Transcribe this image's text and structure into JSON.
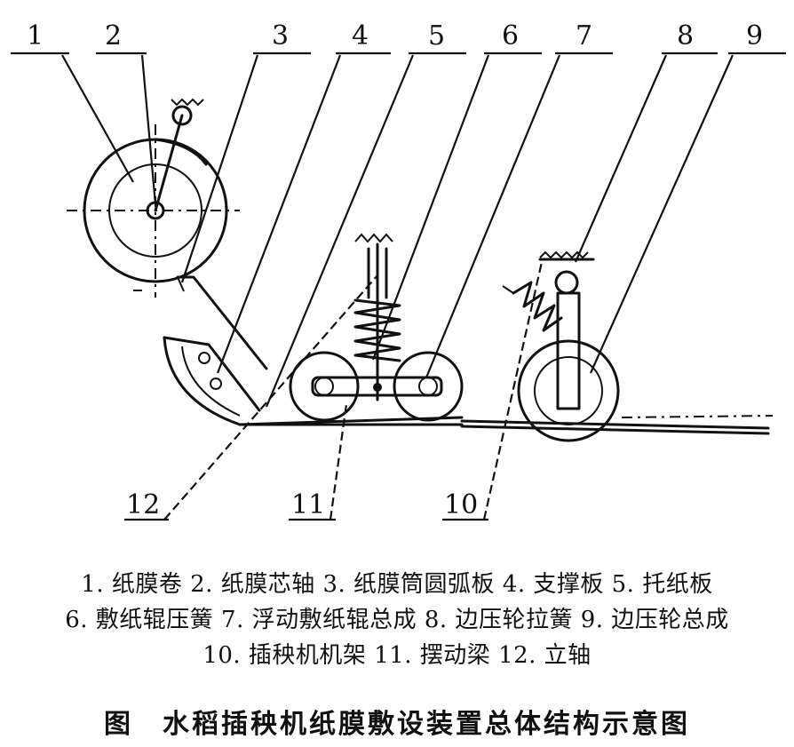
{
  "labels": [
    "1",
    "2",
    "3",
    "4",
    "5",
    "6",
    "7",
    "8",
    "9",
    "10",
    "11",
    "12"
  ],
  "legend": [
    "1. 纸膜卷 2. 纸膜芯轴 3. 纸膜筒圆弧板 4. 支撑板 5. 托纸板",
    "6. 敷纸辊压簧 7. 浮动敷纸辊总成 8. 边压轮拉簧 9. 边压轮总成",
    "10. 插秧机机架 11. 摆动梁 12. 立轴"
  ],
  "caption": "图　水稻插秧机纸膜敷设装置总体结构示意图"
}
